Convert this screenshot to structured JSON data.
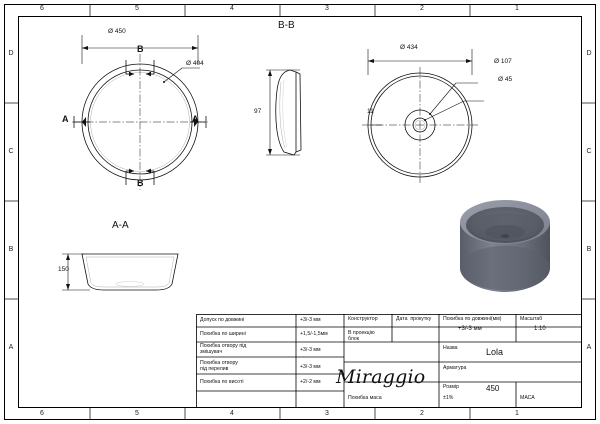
{
  "sheet": {
    "title": "Miraggio",
    "zones_top": [
      "6",
      "5",
      "4",
      "3",
      "2",
      "1"
    ],
    "zones_bottom": [
      "6",
      "5",
      "4",
      "3",
      "2",
      "1"
    ],
    "zones_left": [
      "D",
      "C",
      "B",
      "A"
    ],
    "zones_right": [
      "D",
      "C",
      "B",
      "A"
    ]
  },
  "views": {
    "top": {
      "label": "",
      "dims": {
        "outer_diameter": "Ø 450",
        "inner_diameter": "Ø 404"
      },
      "section_marks": {
        "b_top": "B",
        "b_bottom": "B",
        "a_left": "A",
        "a_right": "A"
      }
    },
    "section_bb": {
      "label": "B-B",
      "dims": {
        "height": "97"
      }
    },
    "bottom_view": {
      "dims": {
        "outer_diameter": "Ø 434",
        "hole_large": "Ø 107",
        "hole_small": "Ø 45",
        "wall": "11"
      }
    },
    "section_aa": {
      "label": "A-A",
      "dims": {
        "height": "150"
      }
    }
  },
  "title_block": {
    "tolerances": [
      {
        "label": "Допуск по довжині",
        "value": "+3/-3 мм"
      },
      {
        "label": "Похибка по ширині",
        "value": "+1,5/-1,5мм"
      },
      {
        "label": "Похибка отвору під\nзмішувач",
        "value": "+3/-3 мм"
      },
      {
        "label": "Похибка отвору\nпід перелив",
        "value": "+3/-3 мм"
      },
      {
        "label": "Похибка по висоті",
        "value": "+2/-2 мм"
      }
    ],
    "fields": [
      {
        "label": "Конструктор",
        "value": ""
      },
      {
        "label": "Дата  прокутку",
        "value": ""
      },
      {
        "label": "Похибка по довжині(мм)",
        "value": "+3/-3 мм"
      },
      {
        "label": "Масштаб",
        "value": "1:10"
      },
      {
        "label": "В проекцію\nблок",
        "value": ""
      },
      {
        "label": "Назва",
        "value": "Lola"
      },
      {
        "label": "Арматура",
        "value": ""
      },
      {
        "label": "Розмір",
        "value": "450"
      },
      {
        "label": "Похибка маса",
        "value": ""
      },
      {
        "label": "±1%",
        "value": ""
      },
      {
        "label": "МАСА",
        "value": ""
      }
    ]
  },
  "colors": {
    "line": "#111111",
    "render_body": "#6b6e7a",
    "render_top": "#8f939e",
    "render_inner": "#555963",
    "frame": "#000000"
  }
}
